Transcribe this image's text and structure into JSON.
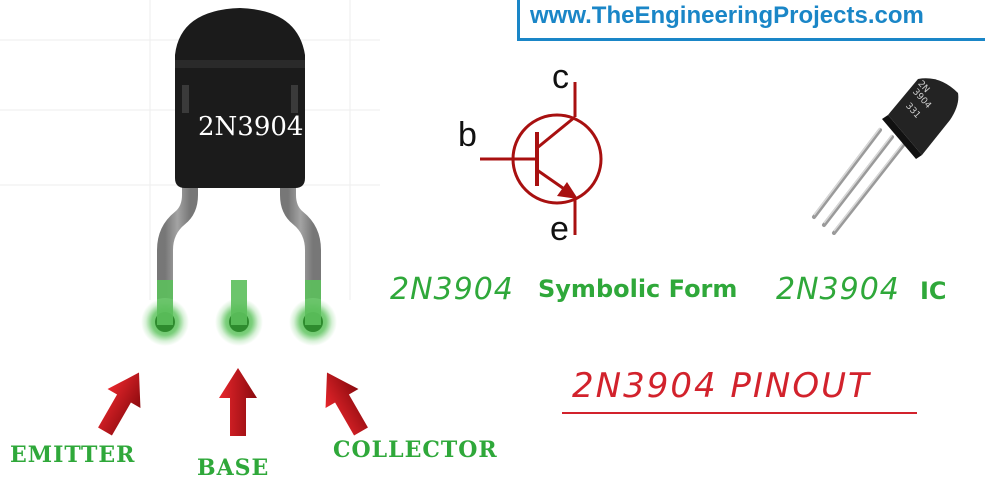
{
  "website": {
    "url": "www.TheEngineeringProjects.com"
  },
  "package": {
    "part_number": "2N3904"
  },
  "pins": [
    {
      "label": "EMITTER"
    },
    {
      "label": "BASE"
    },
    {
      "label": "COLLECTOR"
    }
  ],
  "symbol": {
    "collector_letter": "c",
    "base_letter": "b",
    "emitter_letter": "e",
    "caption_part": "2N3904",
    "caption_text": "Symbolic Form"
  },
  "ic_photo": {
    "marking_lines": [
      "2N",
      "3904",
      "331"
    ],
    "caption_part": "2N3904",
    "caption_text": "IC"
  },
  "title": "2N3904 PINOUT",
  "colors": {
    "url_blue": "#1a86c7",
    "label_green": "#2fa83a",
    "title_red": "#d2222c",
    "symbol_red": "#a81010",
    "arrow_red": "#c8141a",
    "body_black": "#1b1b1b",
    "lead_gray": "#8a8a8a"
  }
}
